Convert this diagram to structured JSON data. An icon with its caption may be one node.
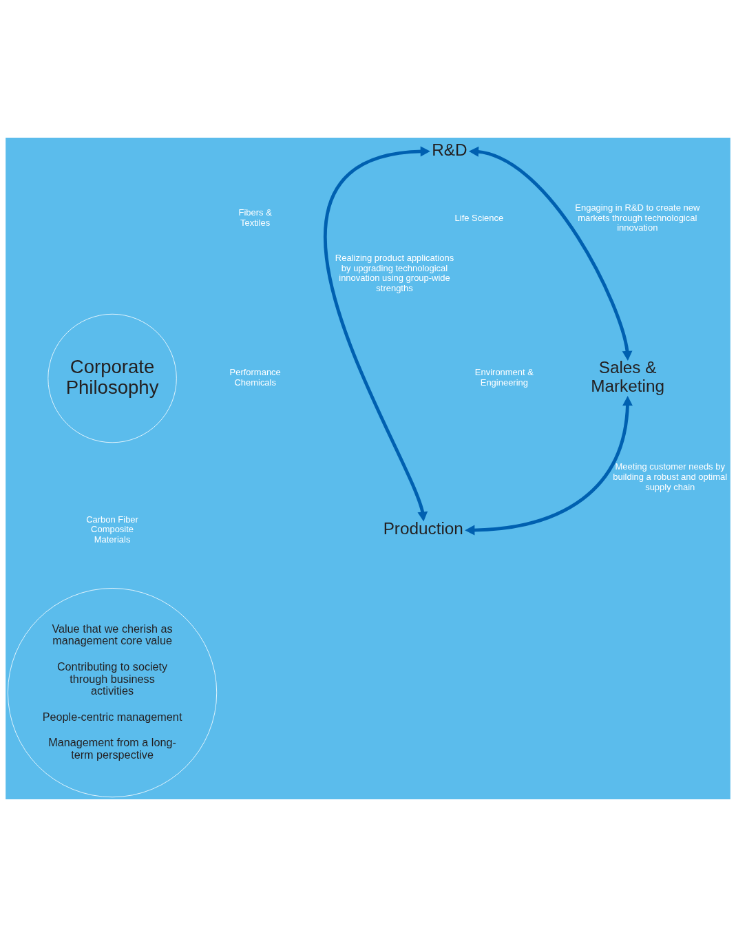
{
  "diagram": {
    "nodes": [
      {
        "text": [
          "R&D"
        ]
      },
      {
        "text": [
          "Sales & Marketing"
        ]
      },
      {
        "text": [
          "Production"
        ]
      },
      {
        "text": [
          "Corporate Philosophy"
        ]
      },
      {
        "text": [
          "Value that we cherish as management core value",
          "Contributing to society through business activities",
          "People-centric management",
          "Management from a long-term perspective"
        ]
      }
    ],
    "edges": [
      {
        "from": 0,
        "to": 1,
        "arrow": "both",
        "label": "Engaging in R&D to create new markets through technological innovation"
      },
      {
        "from": 1,
        "to": 2,
        "arrow": "both",
        "label": "Meeting customer needs by building a robust and optimal supply chain"
      },
      {
        "from": 0,
        "to": 2,
        "arrow": "both",
        "label": "Realizing product applications by upgrading technological innovation using group-wide strengths"
      }
    ],
    "labels": [
      "Fibers & Textiles",
      "Life Science",
      "Performance Chemicals",
      "Environment & Engineering",
      "Carbon Fiber Composite Materials"
    ]
  }
}
